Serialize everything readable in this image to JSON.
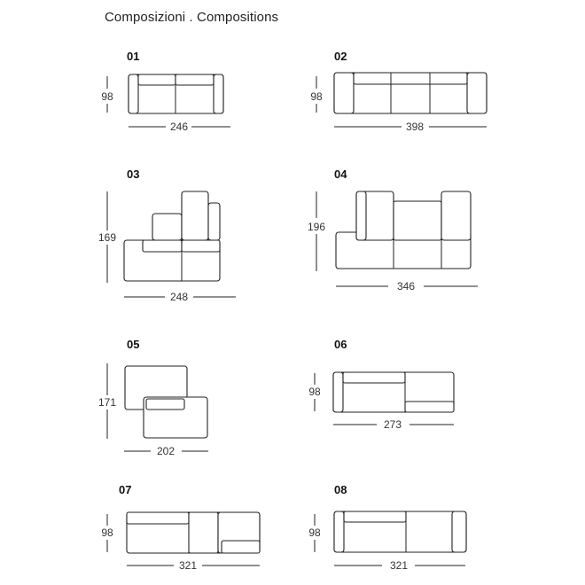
{
  "header": {
    "title": "Composizioni . Compositions"
  },
  "compositions": [
    {
      "number": "01",
      "depth": "98",
      "width": "246"
    },
    {
      "number": "02",
      "depth": "98",
      "width": "398"
    },
    {
      "number": "03",
      "depth": "169",
      "width": "248"
    },
    {
      "number": "04",
      "depth": "196",
      "width": "346"
    },
    {
      "number": "05",
      "depth": "171",
      "width": "202"
    },
    {
      "number": "06",
      "depth": "98",
      "width": "273"
    },
    {
      "number": "07",
      "depth": "98",
      "width": "321"
    },
    {
      "number": "08",
      "depth": "98",
      "width": "321"
    }
  ]
}
